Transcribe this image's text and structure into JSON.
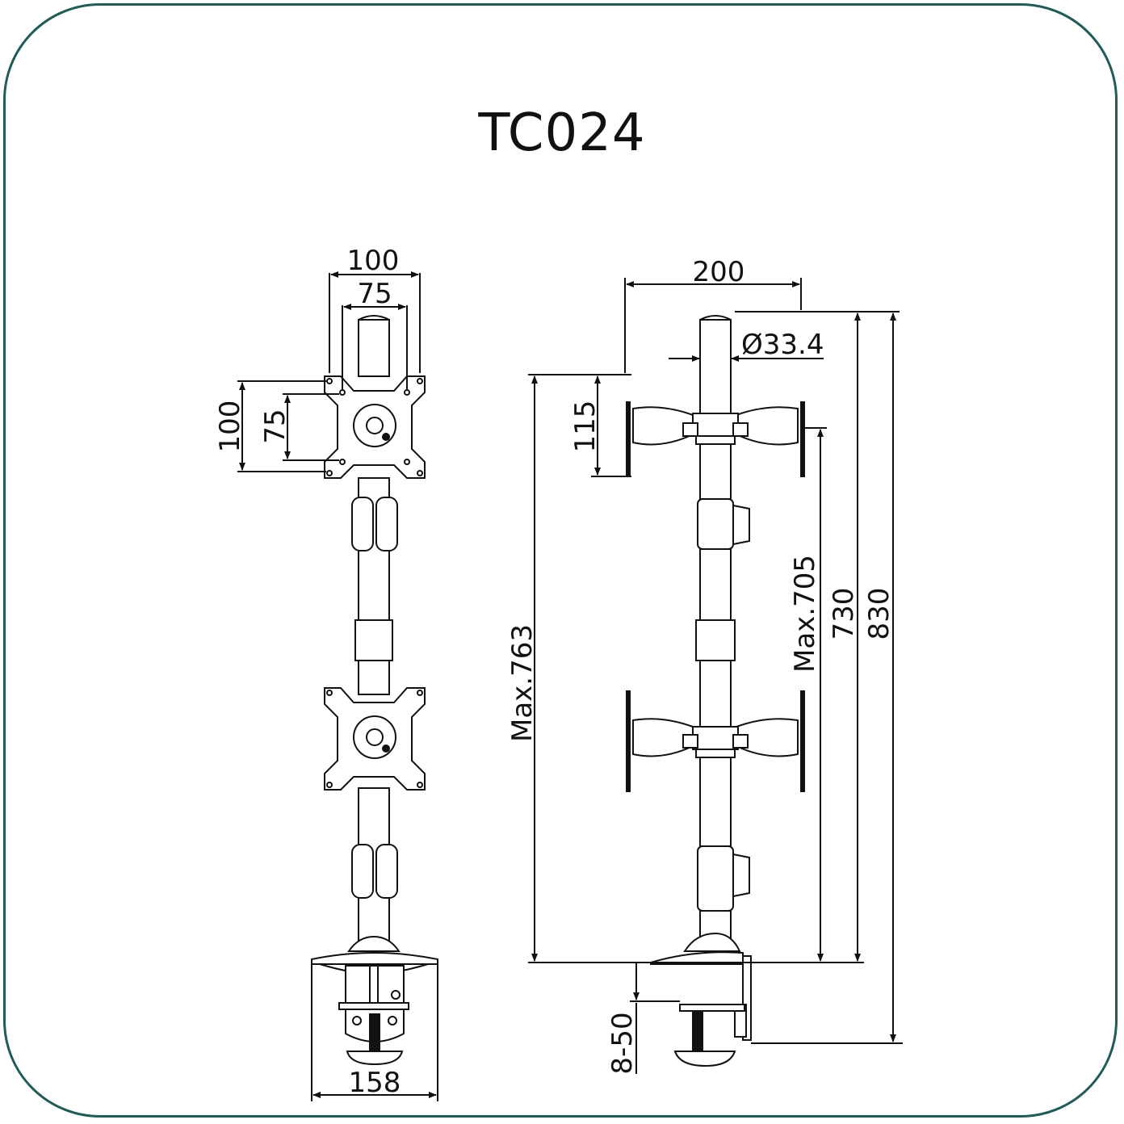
{
  "title": "TC024",
  "front_view": {
    "width_outer": "100",
    "width_inner": "75",
    "height_outer": "100",
    "height_inner": "75",
    "base_width": "158"
  },
  "side_view": {
    "arm_span": "200",
    "pole_diameter": "Ø33.4",
    "plate_height": "115",
    "max_top_height": "Max.763",
    "max_lower_height": "Max.705",
    "height_730": "730",
    "height_830": "830",
    "clamp_range": "8-50"
  },
  "colors": {
    "frame": "#1f5b57",
    "line": "#111111"
  }
}
